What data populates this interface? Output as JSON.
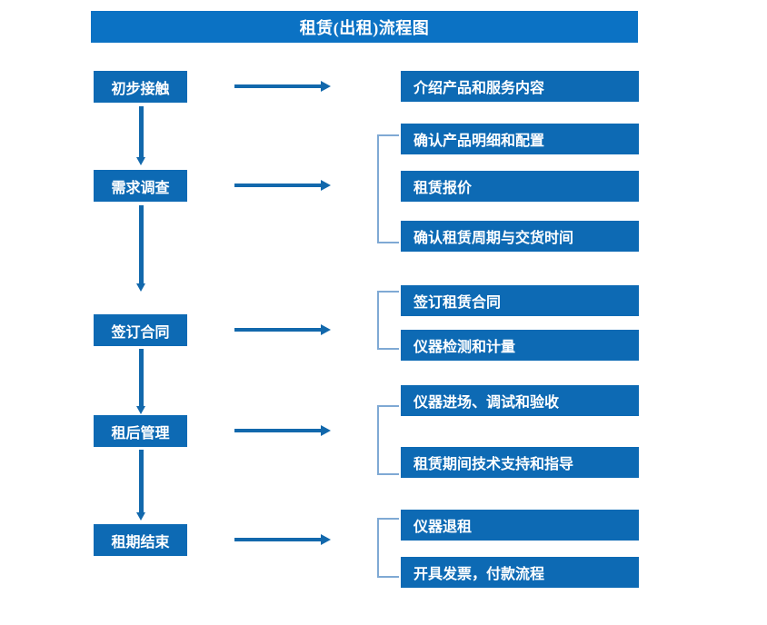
{
  "title": {
    "text": "租赁(出租)流程图"
  },
  "colors": {
    "title_bar": "#0b72c4",
    "node_fill": "#0d6ab4",
    "node_text": "#ffffff",
    "arrow": "#1268ac",
    "bracket": "#7fa9d4",
    "background": "#ffffff"
  },
  "stages": [
    {
      "id": "initial-contact",
      "label": "初步接触",
      "details": [
        "介绍产品和服务内容"
      ]
    },
    {
      "id": "requirement-survey",
      "label": "需求调查",
      "details": [
        "确认产品明细和配置",
        "租赁报价",
        "确认租赁周期与交货时间"
      ]
    },
    {
      "id": "sign-contract",
      "label": "签订合同",
      "details": [
        "签订租赁合同",
        "仪器检测和计量"
      ]
    },
    {
      "id": "post-lease-management",
      "label": "租后管理",
      "details": [
        "仪器进场、调试和验收",
        "租赁期间技术支持和指导"
      ]
    },
    {
      "id": "lease-end",
      "label": "租期结束",
      "details": [
        "仪器退租",
        "开具发票，付款流程"
      ]
    }
  ],
  "connectors": {
    "down_arrow_icon": "arrow-down-icon",
    "right_arrow_icon": "arrow-right-icon",
    "bracket_icon": "group-bracket-icon"
  }
}
